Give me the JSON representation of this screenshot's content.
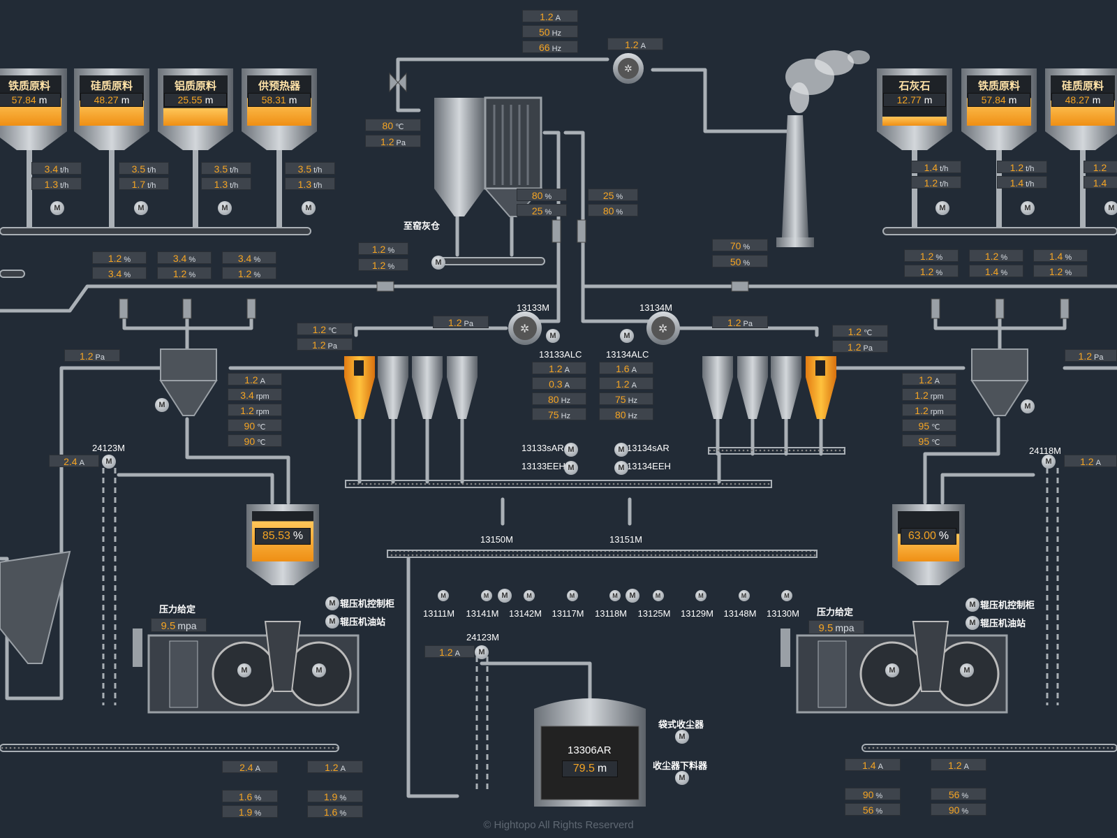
{
  "colors": {
    "background": "#222b36",
    "value": "#f6a523",
    "label": "#ffffff",
    "material": "#f39a1c"
  },
  "left_silos": [
    {
      "label": "铁质原料",
      "value": "57.84",
      "unit": "m",
      "level": 0.55
    },
    {
      "label": "硅质原料",
      "value": "48.27",
      "unit": "m",
      "level": 0.5
    },
    {
      "label": "铝质原料",
      "value": "25.55",
      "unit": "m",
      "level": 0.35
    },
    {
      "label": "供预热器",
      "value": "58.31",
      "unit": "m",
      "level": 0.55
    }
  ],
  "right_silos": [
    {
      "label": "石灰石",
      "value": "12.77",
      "unit": "m",
      "level": 0.18
    },
    {
      "label": "铁质原料",
      "value": "57.84",
      "unit": "m",
      "level": 0.55
    },
    {
      "label": "硅质原料",
      "value": "48.27",
      "unit": "m",
      "level": 0.5
    }
  ],
  "readouts": {
    "top_a": {
      "value": "1.2",
      "unit": "A"
    },
    "top_b": {
      "value": "50",
      "unit": "Hz"
    },
    "top_c": {
      "value": "66",
      "unit": "Hz"
    },
    "fan_top": {
      "value": "1.2",
      "unit": "A"
    },
    "filter_t": {
      "value": "80",
      "unit": "℃"
    },
    "filter_p": {
      "value": "1.2",
      "unit": "Pa"
    },
    "lf1a": {
      "value": "3.4",
      "unit": "t/h"
    },
    "lf1b": {
      "value": "1.3",
      "unit": "t/h"
    },
    "lf2a": {
      "value": "3.5",
      "unit": "t/h"
    },
    "lf2b": {
      "value": "1.7",
      "unit": "t/h"
    },
    "lf3a": {
      "value": "3.5",
      "unit": "t/h"
    },
    "lf3b": {
      "value": "1.3",
      "unit": "t/h"
    },
    "lf4a": {
      "value": "3.5",
      "unit": "t/h"
    },
    "lf4b": {
      "value": "1.3",
      "unit": "t/h"
    },
    "rf1a": {
      "value": "1.4",
      "unit": "t/h"
    },
    "rf1b": {
      "value": "1.2",
      "unit": "t/h"
    },
    "rf2a": {
      "value": "1.2",
      "unit": "t/h"
    },
    "rf2b": {
      "value": "1.4",
      "unit": "t/h"
    },
    "rf3a": {
      "value": "1.2",
      "unit": ""
    },
    "rf3b": {
      "value": "1.4",
      "unit": ""
    },
    "v1": {
      "value": "80",
      "unit": "%"
    },
    "v2": {
      "value": "25",
      "unit": "%"
    },
    "v3": {
      "value": "25",
      "unit": "%"
    },
    "v4": {
      "value": "80",
      "unit": "%"
    },
    "ash1": {
      "value": "1.2",
      "unit": "%"
    },
    "ash2": {
      "value": "1.2",
      "unit": "%"
    },
    "rv1": {
      "value": "70",
      "unit": "%"
    },
    "rv2": {
      "value": "50",
      "unit": "%"
    },
    "lp1a": {
      "value": "1.2",
      "unit": "%"
    },
    "lp1b": {
      "value": "3.4",
      "unit": "%"
    },
    "lp2a": {
      "value": "3.4",
      "unit": "%"
    },
    "lp2b": {
      "value": "1.2",
      "unit": "%"
    },
    "lp3a": {
      "value": "3.4",
      "unit": "%"
    },
    "lp3b": {
      "value": "1.2",
      "unit": "%"
    },
    "rp1a": {
      "value": "1.2",
      "unit": "%"
    },
    "rp1b": {
      "value": "1.2",
      "unit": "%"
    },
    "rp2a": {
      "value": "1.2",
      "unit": "%"
    },
    "rp2b": {
      "value": "1.4",
      "unit": "%"
    },
    "rp3a": {
      "value": "1.4",
      "unit": "%"
    },
    "rp3b": {
      "value": "1.2",
      "unit": "%"
    },
    "cyl_l_t": {
      "value": "1.2",
      "unit": "℃"
    },
    "cyl_l_p": {
      "value": "1.2",
      "unit": "Pa"
    },
    "fan_l_p": {
      "value": "1.2",
      "unit": "Pa"
    },
    "fan_r_p": {
      "value": "1.2",
      "unit": "Pa"
    },
    "cyl_r_t": {
      "value": "1.2",
      "unit": "℃"
    },
    "cyl_r_p": {
      "value": "1.2",
      "unit": "Pa"
    },
    "sep_l_p": {
      "value": "1.2",
      "unit": "Pa"
    },
    "sep_r_p": {
      "value": "1.2",
      "unit": "Pa"
    },
    "ls1": {
      "value": "1.2",
      "unit": "A"
    },
    "ls2": {
      "value": "3.4",
      "unit": "rpm"
    },
    "ls3": {
      "value": "1.2",
      "unit": "rpm"
    },
    "ls4": {
      "value": "90",
      "unit": "℃"
    },
    "ls5": {
      "value": "90",
      "unit": "℃"
    },
    "rs1": {
      "value": "1.2",
      "unit": "A"
    },
    "rs2": {
      "value": "1.2",
      "unit": "rpm"
    },
    "rs3": {
      "value": "1.2",
      "unit": "rpm"
    },
    "rs4": {
      "value": "95",
      "unit": "℃"
    },
    "rs5": {
      "value": "95",
      "unit": "℃"
    },
    "m33_1": {
      "value": "1.2",
      "unit": "A"
    },
    "m33_2": {
      "value": "0.3",
      "unit": "A"
    },
    "m33_3": {
      "value": "80",
      "unit": "Hz"
    },
    "m33_4": {
      "value": "75",
      "unit": "Hz"
    },
    "m34_1": {
      "value": "1.6",
      "unit": "A"
    },
    "m34_2": {
      "value": "1.2",
      "unit": "A"
    },
    "m34_3": {
      "value": "75",
      "unit": "Hz"
    },
    "m34_4": {
      "value": "80",
      "unit": "Hz"
    },
    "elev_l": {
      "value": "2.4",
      "unit": "A"
    },
    "elev_r": {
      "value": "1.2",
      "unit": "A"
    },
    "elev_c": {
      "value": "1.2",
      "unit": "A"
    },
    "lp_mpa": {
      "value": "9.5",
      "unit": "mpa"
    },
    "rp_mpa": {
      "value": "9.5",
      "unit": "mpa"
    },
    "b1": {
      "value": "2.4",
      "unit": "A"
    },
    "b2": {
      "value": "1.2",
      "unit": "A"
    },
    "b3": {
      "value": "1.6",
      "unit": "%"
    },
    "b4": {
      "value": "1.9",
      "unit": "%"
    },
    "b5": {
      "value": "1.9",
      "unit": "%"
    },
    "b6": {
      "value": "1.6",
      "unit": "%"
    },
    "b7": {
      "value": "1.4",
      "unit": "A"
    },
    "b8": {
      "value": "1.2",
      "unit": "A"
    },
    "b9": {
      "value": "90",
      "unit": "%"
    },
    "b10": {
      "value": "56",
      "unit": "%"
    },
    "b11": {
      "value": "56",
      "unit": "%"
    },
    "b12": {
      "value": "90",
      "unit": "%"
    }
  },
  "labels": {
    "fan13133": "13133M",
    "fan13134": "13134M",
    "alc13133": "13133ALC",
    "alc13134": "13134ALC",
    "sar13133": "13133sAR",
    "sar13134": "13134sAR",
    "eeh13133": "13133EEH",
    "eeh13134": "13134EEH",
    "elev_l": "24123M",
    "elev_r": "24118M",
    "elev_c": "24123M",
    "m13150": "13150M",
    "m13151": "13151M",
    "to_kiln_ash": "至窑灰仓",
    "press_l": "压力给定",
    "press_r": "压力给定",
    "roller_cabinet_l": "辊压机控制柜",
    "roller_oil_l": "辊压机油站",
    "roller_cabinet_r": "辊压机控制柜",
    "roller_oil_r": "辊压机油站",
    "bag_collector": "袋式收尘器",
    "collector_feeder": "收尘器下料器",
    "tank_id": "13306AR",
    "tank_value": "79.5",
    "tank_unit": "m"
  },
  "hoppers": {
    "left": {
      "value": "85.53",
      "unit": "%",
      "level": 0.8
    },
    "right": {
      "value": "63.00",
      "unit": "%",
      "level": 0.55
    }
  },
  "bottom_motors": [
    "13111M",
    "13141M",
    "13142M",
    "13117M",
    "13118M",
    "13125M",
    "13129M",
    "13148M",
    "13130M"
  ],
  "footer": "© Hightopo All Rights Reserverd"
}
